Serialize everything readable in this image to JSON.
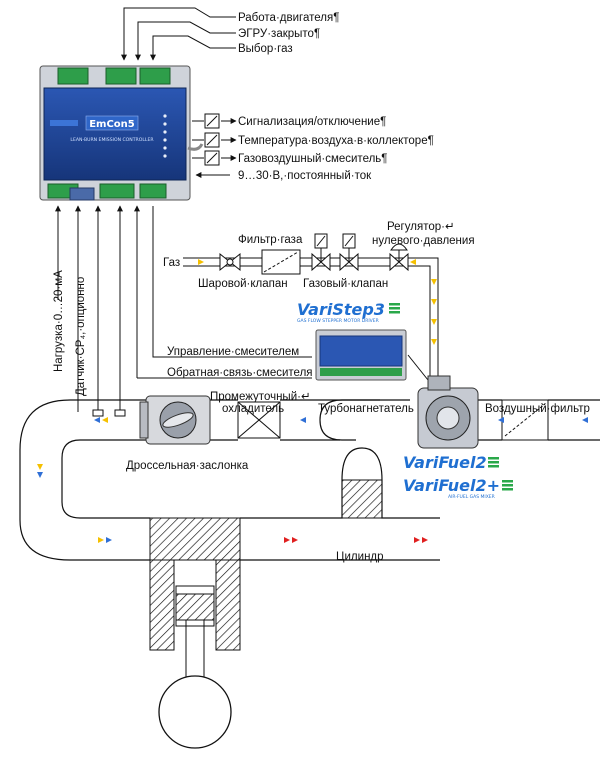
{
  "top_signals": {
    "engine_run": "Работа·двигателя¶",
    "egr_closed": "ЭГРУ·закрыто¶",
    "gas_select": "Выбор·газ"
  },
  "controller": {
    "brand": "EmCon5",
    "subtitle": "LEAN-BURN EMISSION CONTROLLER"
  },
  "right_outputs": {
    "alarm": "Сигнализация/отключение¶",
    "air_temp": "Температура·воздуха·в·коллекторе¶",
    "mixer": "Газовоздушный·смеситель¶",
    "power": "9…30·В,·постоянный·ток"
  },
  "left_inputs": {
    "load": "Нагрузка·0…20·мА",
    "ch4_sensor": "Датчик·CP₄,·опционно"
  },
  "gas_line": {
    "gas": "Газ",
    "gas_filter": "Фильтр·газа",
    "regulator_line1": "Регулятор·↵",
    "regulator_line2": "нулевого·давления",
    "ball_valve": "Шаровой·клапан",
    "gas_valve": "Газовый·клапан"
  },
  "varistep": {
    "name": "VariStep3",
    "caption": "GAS FLOW STEPPER MOTOR DRIVER",
    "mixer_control": "Управление·смесителем",
    "mixer_feedback": "Обратная·связь·смесителя"
  },
  "air_path": {
    "intercooler_line1": "Промежуточный·↵",
    "intercooler_line2": "охладитель",
    "turbo": "Турбонагнетатель",
    "air_filter": "Воздушный·фильтр",
    "throttle": "Дроссельная·заслонка",
    "cylinder": "Цилиндр"
  },
  "varifuel": {
    "vf2": "VariFuel2",
    "vf2plus": "VariFuel2+",
    "caption": "AIR-FUEL GAS MIXER"
  },
  "colors": {
    "accent_blue": "#1f6fd1",
    "flow_blue": "#2f6fd6",
    "flow_yellow": "#f5c000",
    "flow_red": "#e02020",
    "brand_green": "#2aa84a",
    "controller_blue": "#1d3f8f"
  }
}
